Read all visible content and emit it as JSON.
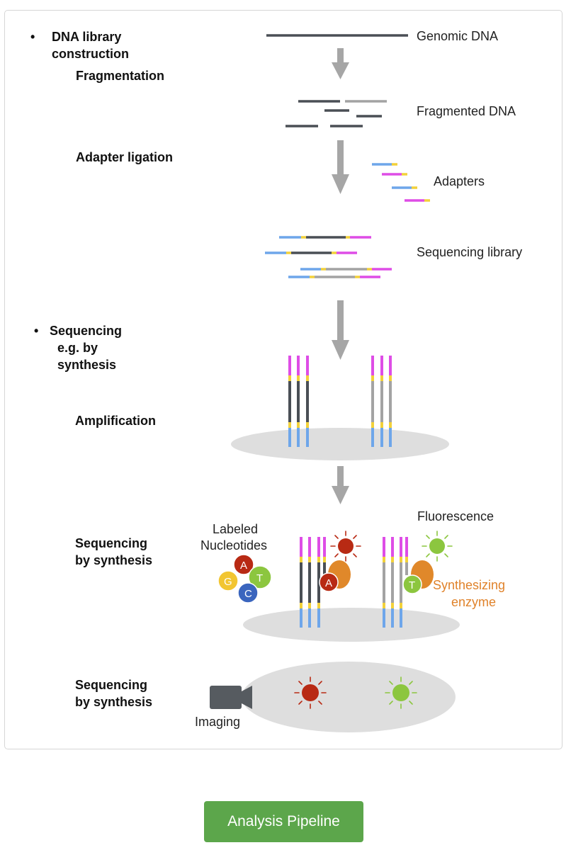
{
  "steps": {
    "bullet": "•",
    "dna_library_line1": "DNA library",
    "dna_library_line2": "construction",
    "fragmentation": "Fragmentation",
    "adapter_ligation": "Adapter ligation",
    "sequencing_line1": "Sequencing",
    "sequencing_line2": "e.g. by",
    "sequencing_line3": "synthesis",
    "amplification": "Amplification",
    "sbs1_line1": "Sequencing",
    "sbs1_line2": "by synthesis",
    "sbs2_line1": "Sequencing",
    "sbs2_line2": "by synthesis"
  },
  "labels": {
    "genomic_dna": "Genomic DNA",
    "fragmented_dna": "Fragmented DNA",
    "adapters": "Adapters",
    "sequencing_library": "Sequencing library",
    "labeled_line1": "Labeled",
    "labeled_line2": "Nucleotides",
    "fluorescence": "Fluorescence",
    "enzyme_line1": "Synthesizing",
    "enzyme_line2": "enzyme",
    "imaging": "Imaging"
  },
  "nucleotides": {
    "a": "A",
    "t": "T",
    "g": "G",
    "c": "C"
  },
  "colors": {
    "dna_dark": "#4a4f55",
    "dna_light": "#a3a3a3",
    "adapter_blue": "#6ea6ea",
    "adapter_magenta": "#de4de6",
    "adapter_yellow": "#f2d13a",
    "arrow": "#a6a6a6",
    "flowcell": "#dedede",
    "red_signal": "#b82a14",
    "green_signal": "#8cc63f",
    "enzyme": "#e0882a",
    "nuc_blue": "#3a65be",
    "nuc_yellow": "#f2c531",
    "camera": "#565b60",
    "button": "#5ca64b"
  },
  "button": {
    "label": "Analysis Pipeline"
  }
}
